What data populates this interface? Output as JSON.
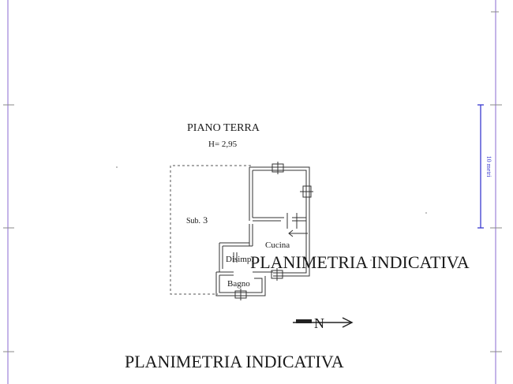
{
  "floor": {
    "title": "PIANO  TERRA",
    "height_label": "H=  2,95"
  },
  "scale": {
    "label": "10 metri",
    "color": "#3a3ad0"
  },
  "rooms": {
    "sub_label": "Sub.",
    "sub_number": "3",
    "kitchen": "Cucina",
    "hall": "Disimp.",
    "bathroom": "Bagno"
  },
  "compass": {
    "north": "N"
  },
  "watermark": {
    "overlay": "PLANIMETRIA INDICATIVA",
    "footer": "PLANIMETRIA INDICATIVA"
  },
  "colors": {
    "frame": "#8a6ad0",
    "ink": "#1a1a1a"
  }
}
